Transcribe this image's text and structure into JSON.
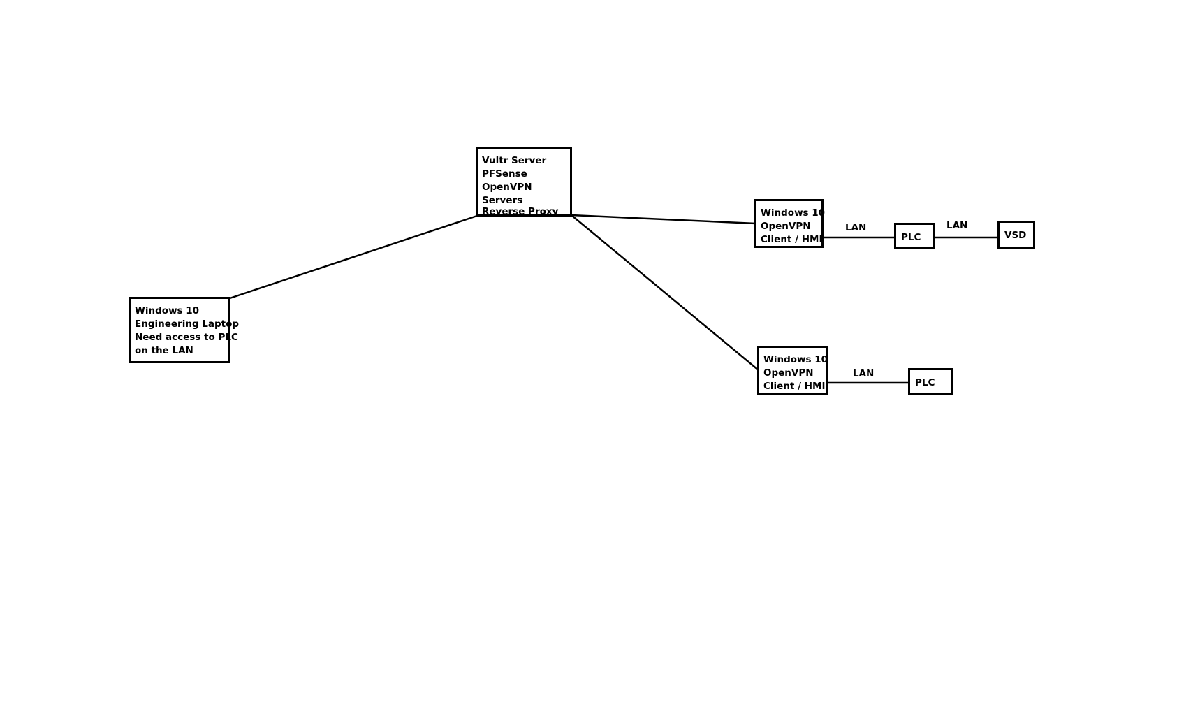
{
  "diagram": {
    "nodes": {
      "vultr": [
        "Vultr Server",
        "PFSense",
        "OpenVPN",
        "Servers",
        "Reverse Proxy"
      ],
      "laptop": [
        "Windows 10",
        "Engineering Laptop",
        "Need access to PLC",
        "on the LAN"
      ],
      "hmi1": [
        "Windows 10",
        "OpenVPN",
        "Client / HMI"
      ],
      "plc1": [
        "PLC"
      ],
      "vsd": [
        "VSD"
      ],
      "hmi2": [
        "Windows 10",
        "OpenVPN",
        "Client / HMI"
      ],
      "plc2": [
        "PLC"
      ]
    },
    "edges": [
      {
        "from": "laptop",
        "to": "vultr",
        "label": ""
      },
      {
        "from": "vultr",
        "to": "hmi1",
        "label": ""
      },
      {
        "from": "vultr",
        "to": "hmi2",
        "label": ""
      },
      {
        "from": "hmi1",
        "to": "plc1",
        "label": "LAN"
      },
      {
        "from": "plc1",
        "to": "vsd",
        "label": "LAN"
      },
      {
        "from": "hmi2",
        "to": "plc2",
        "label": "LAN"
      }
    ],
    "colors": {
      "line": "#000000",
      "background": "#ffffff"
    }
  }
}
